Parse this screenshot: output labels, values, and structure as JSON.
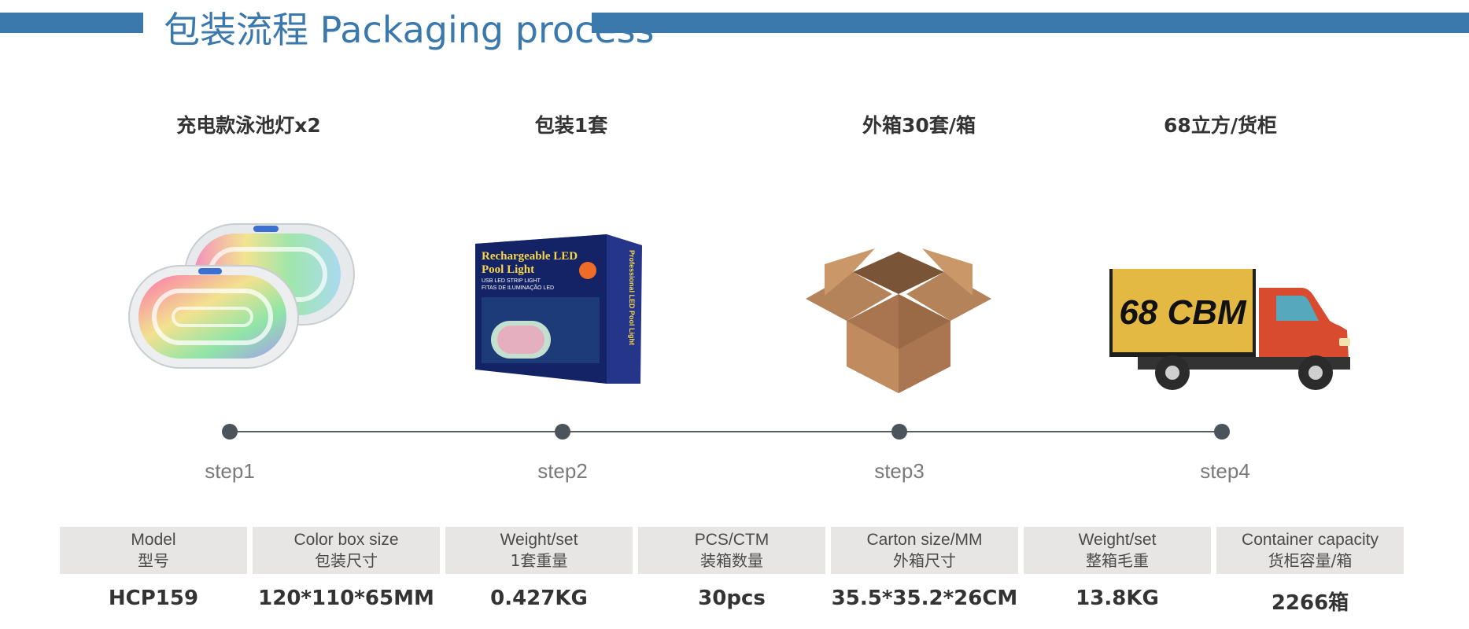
{
  "header": {
    "title": "包装流程 Packaging process"
  },
  "steps": [
    {
      "caption": "充电款泳池灯x2",
      "label": "step1"
    },
    {
      "caption": "包装1套",
      "label": "step2"
    },
    {
      "caption": "外箱30套/箱",
      "label": "step3"
    },
    {
      "caption": "68立方/货柜",
      "label": "step4"
    }
  ],
  "box_art": {
    "title_line1": "Rechargeable LED",
    "title_line2": "Pool Light",
    "sub1": "USB LED STRIP LIGHT",
    "sub2": "FITAS DE ILUMINAÇÃO LED",
    "side": "Professional LED Pool Light"
  },
  "truck": {
    "text": "68 CBM"
  },
  "table": {
    "headers": [
      {
        "en": "Model",
        "zh": "型号"
      },
      {
        "en": "Color box size",
        "zh": "包装尺寸"
      },
      {
        "en": "Weight/set",
        "zh": "1套重量"
      },
      {
        "en": "PCS/CTM",
        "zh": "装箱数量"
      },
      {
        "en": "Carton size/MM",
        "zh": "外箱尺寸"
      },
      {
        "en": "Weight/set",
        "zh": "整箱毛重"
      },
      {
        "en": "Container capacity",
        "zh": "货柜容量/箱"
      }
    ],
    "values": [
      "HCP159",
      "120*110*65MM",
      "0.427KG",
      "30pcs",
      "35.5*35.2*26CM",
      "13.8KG",
      "2266箱"
    ]
  },
  "colors": {
    "accent": "#3b78ac",
    "timeline": "#4b535b",
    "table_header_bg": "#e8e6e4"
  }
}
